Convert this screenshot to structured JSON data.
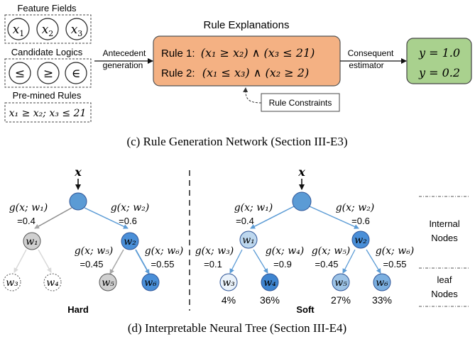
{
  "colors": {
    "rule_box_fill": "#F4B183",
    "output_box_fill": "#A9D18E",
    "node_dark": "#4A8FD8",
    "node_mid": "#6FA8E0",
    "node_light": "#BDD7EE",
    "node_lighter": "#DEEBF7",
    "node_gray": "#D0D0D0",
    "edge_blue": "#5B9BD5",
    "edge_gray": "#A6A6A6",
    "edge_lightgray": "#D9D9D9"
  },
  "panel_c": {
    "feature_fields": {
      "title": "Feature Fields",
      "items": [
        "x1",
        "x2",
        "x3"
      ]
    },
    "candidate_logics": {
      "title": "Candidate Logics",
      "items": [
        "≤",
        "≥",
        "∈"
      ]
    },
    "pre_mined_rules": {
      "title": "Pre-mined Rules",
      "text": "x₁ ≥ x₂; x₃ ≤ 21"
    },
    "antecedent_label": [
      "Antecedent",
      "generation"
    ],
    "rule_explanations": {
      "title": "Rule Explanations",
      "rules": [
        {
          "label": "Rule 1:",
          "expr": "(x₁ ≥ x₂) ∧ (x₃ ≤ 21)"
        },
        {
          "label": "Rule 2:",
          "expr": "(x₁ ≤ x₃) ∧ (x₂ ≥ 2)"
        }
      ]
    },
    "rule_constraints": "Rule Constraints",
    "consequent_label": [
      "Consequent",
      "estimator"
    ],
    "outputs": [
      "y = 1.0",
      "y = 0.2"
    ],
    "caption": "(c) Rule Generation Network (Section III-E3)"
  },
  "panel_d": {
    "input_label": "x",
    "hard": {
      "title": "Hard",
      "root_edges": [
        {
          "label": "g(x; w₁)",
          "value": "=0.4"
        },
        {
          "label": "g(x; w₂)",
          "value": "=0.6"
        }
      ],
      "w2_edges": [
        {
          "label": "g(x; w₅)",
          "value": "=0.45"
        },
        {
          "label": "g(x; w₆)",
          "value": "=0.55"
        }
      ],
      "nodes": [
        "w₁",
        "w₂",
        "w₃",
        "w₄",
        "w₅",
        "w₆"
      ]
    },
    "soft": {
      "title": "Soft",
      "root_edges": [
        {
          "label": "g(x; w₁)",
          "value": "=0.4"
        },
        {
          "label": "g(x; w₂)",
          "value": "=0.6"
        }
      ],
      "w1_edges": [
        {
          "label": "g(x; w₃)",
          "value": "=0.1"
        },
        {
          "label": "g(x; w₄)",
          "value": "=0.9"
        }
      ],
      "w2_edges": [
        {
          "label": "g(x; w₅)",
          "value": "=0.45"
        },
        {
          "label": "g(x; w₆)",
          "value": "=0.55"
        }
      ],
      "nodes": [
        "w₁",
        "w₂",
        "w₃",
        "w₄",
        "w₅",
        "w₆"
      ],
      "leaf_probs": [
        "4%",
        "36%",
        "27%",
        "33%"
      ]
    },
    "legend": {
      "internal": [
        "Internal",
        "Nodes"
      ],
      "leaf": [
        "leaf",
        "Nodes"
      ]
    },
    "caption": "(d) Interpretable Neural Tree (Section III-E4)"
  }
}
